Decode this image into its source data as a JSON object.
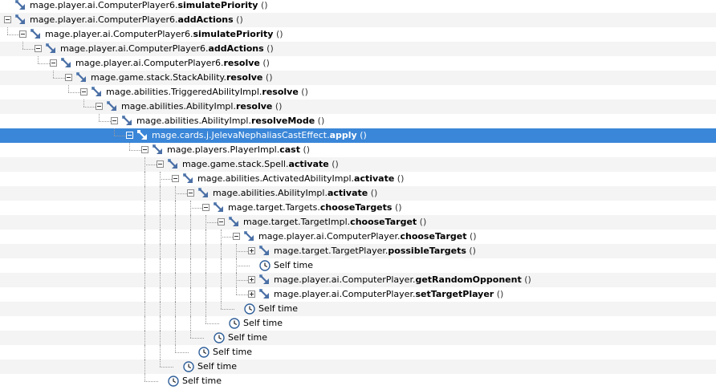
{
  "tree": [
    {
      "depth": 0,
      "type": "method",
      "expander": "none",
      "pkg": "mage.player.ai.ComputerPlayer6.",
      "method": "simulatePriority",
      "suffix": " ()",
      "icon": "method-arrow-icon"
    },
    {
      "depth": 0,
      "type": "method",
      "expander": "minus",
      "pkg": "mage.player.ai.ComputerPlayer6.",
      "method": "addActions",
      "suffix": " ()",
      "icon": "method-arrow-icon"
    },
    {
      "depth": 1,
      "type": "method",
      "expander": "minus",
      "pkg": "mage.player.ai.ComputerPlayer6.",
      "method": "simulatePriority",
      "suffix": " ()",
      "icon": "method-arrow-icon"
    },
    {
      "depth": 2,
      "type": "method",
      "expander": "minus",
      "pkg": "mage.player.ai.ComputerPlayer6.",
      "method": "addActions",
      "suffix": " ()",
      "icon": "method-arrow-icon"
    },
    {
      "depth": 3,
      "type": "method",
      "expander": "minus",
      "pkg": "mage.player.ai.ComputerPlayer6.",
      "method": "resolve",
      "suffix": " ()",
      "icon": "method-arrow-icon"
    },
    {
      "depth": 4,
      "type": "method",
      "expander": "minus",
      "pkg": "mage.game.stack.StackAbility.",
      "method": "resolve",
      "suffix": " ()",
      "icon": "method-arrow-icon"
    },
    {
      "depth": 5,
      "type": "method",
      "expander": "minus",
      "pkg": "mage.abilities.TriggeredAbilityImpl.",
      "method": "resolve",
      "suffix": " ()",
      "icon": "method-arrow-icon"
    },
    {
      "depth": 6,
      "type": "method",
      "expander": "minus",
      "pkg": "mage.abilities.AbilityImpl.",
      "method": "resolve",
      "suffix": " ()",
      "icon": "method-arrow-icon"
    },
    {
      "depth": 7,
      "type": "method",
      "expander": "minus",
      "pkg": "mage.abilities.AbilityImpl.",
      "method": "resolveMode",
      "suffix": " ()",
      "icon": "method-arrow-icon"
    },
    {
      "depth": 8,
      "type": "method",
      "expander": "minus",
      "pkg": "mage.cards.j.JelevaNephaliasCastEffect.",
      "method": "apply",
      "suffix": " ()",
      "icon": "method-arrow-icon",
      "selected": true
    },
    {
      "depth": 9,
      "type": "method",
      "expander": "minus",
      "pkg": "mage.players.PlayerImpl.",
      "method": "cast",
      "suffix": " ()",
      "icon": "method-arrow-icon"
    },
    {
      "depth": 10,
      "type": "method",
      "expander": "minus",
      "pkg": "mage.game.stack.Spell.",
      "method": "activate",
      "suffix": " ()",
      "icon": "method-arrow-icon"
    },
    {
      "depth": 11,
      "type": "method",
      "expander": "minus",
      "pkg": "mage.abilities.ActivatedAbilityImpl.",
      "method": "activate",
      "suffix": " ()",
      "icon": "method-arrow-icon"
    },
    {
      "depth": 12,
      "type": "method",
      "expander": "minus",
      "pkg": "mage.abilities.AbilityImpl.",
      "method": "activate",
      "suffix": " ()",
      "icon": "method-arrow-icon"
    },
    {
      "depth": 13,
      "type": "method",
      "expander": "minus",
      "pkg": "mage.target.Targets.",
      "method": "chooseTargets",
      "suffix": " ()",
      "icon": "method-arrow-icon"
    },
    {
      "depth": 14,
      "type": "method",
      "expander": "minus",
      "pkg": "mage.target.TargetImpl.",
      "method": "chooseTarget",
      "suffix": " ()",
      "icon": "method-arrow-icon"
    },
    {
      "depth": 15,
      "type": "method",
      "expander": "minus",
      "pkg": "mage.player.ai.ComputerPlayer.",
      "method": "chooseTarget",
      "suffix": " ()",
      "icon": "method-arrow-icon"
    },
    {
      "depth": 16,
      "type": "method",
      "expander": "plus",
      "pkg": "mage.target.TargetPlayer.",
      "method": "possibleTargets",
      "suffix": " ()",
      "icon": "method-arrow-icon"
    },
    {
      "depth": 16,
      "type": "self",
      "expander": "none",
      "text": "Self time",
      "icon": "clock-icon"
    },
    {
      "depth": 16,
      "type": "method",
      "expander": "plus",
      "pkg": "mage.player.ai.ComputerPlayer.",
      "method": "getRandomOpponent",
      "suffix": " ()",
      "icon": "method-arrow-icon"
    },
    {
      "depth": 16,
      "type": "method",
      "expander": "plus",
      "pkg": "mage.player.ai.ComputerPlayer.",
      "method": "setTargetPlayer",
      "suffix": " ()",
      "icon": "method-arrow-icon"
    },
    {
      "depth": 15,
      "type": "self",
      "expander": "none",
      "text": "Self time",
      "icon": "clock-icon"
    },
    {
      "depth": 14,
      "type": "self",
      "expander": "none",
      "text": "Self time",
      "icon": "clock-icon"
    },
    {
      "depth": 13,
      "type": "self",
      "expander": "none",
      "text": "Self time",
      "icon": "clock-icon"
    },
    {
      "depth": 12,
      "type": "self",
      "expander": "none",
      "text": "Self time",
      "icon": "clock-icon"
    },
    {
      "depth": 11,
      "type": "self",
      "expander": "none",
      "text": "Self time",
      "icon": "clock-icon"
    },
    {
      "depth": 10,
      "type": "self",
      "expander": "none",
      "text": "Self time",
      "icon": "clock-icon"
    }
  ],
  "colors": {
    "selection": "#3a86d8",
    "alt_row": "#f4f4f4",
    "method_icon": "#4a6fa5",
    "clock_icon": "#2f5f9a"
  }
}
